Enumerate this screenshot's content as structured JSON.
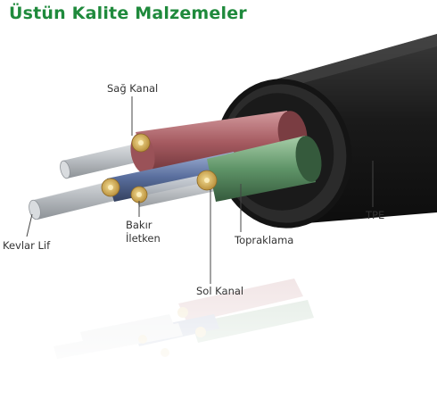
{
  "title": "Üstün Kalite Malzemeler",
  "labels": {
    "right_channel": "Sağ Kanal",
    "copper_line1": "Bakır",
    "copper_line2": "İletken",
    "kevlar": "Kevlar Lif",
    "ground": "Topraklama",
    "jacket": "TPE",
    "left_channel": "Sol Kanal"
  },
  "colors": {
    "title": "#1f8a3c",
    "jacket": "#1c1c1c",
    "red_wire": "#b36a6e",
    "green_wire": "#5f9468",
    "blue_wire": "#5a6f9e",
    "silver_wire": "#c7cbcf",
    "copper": "#d7b25a"
  }
}
